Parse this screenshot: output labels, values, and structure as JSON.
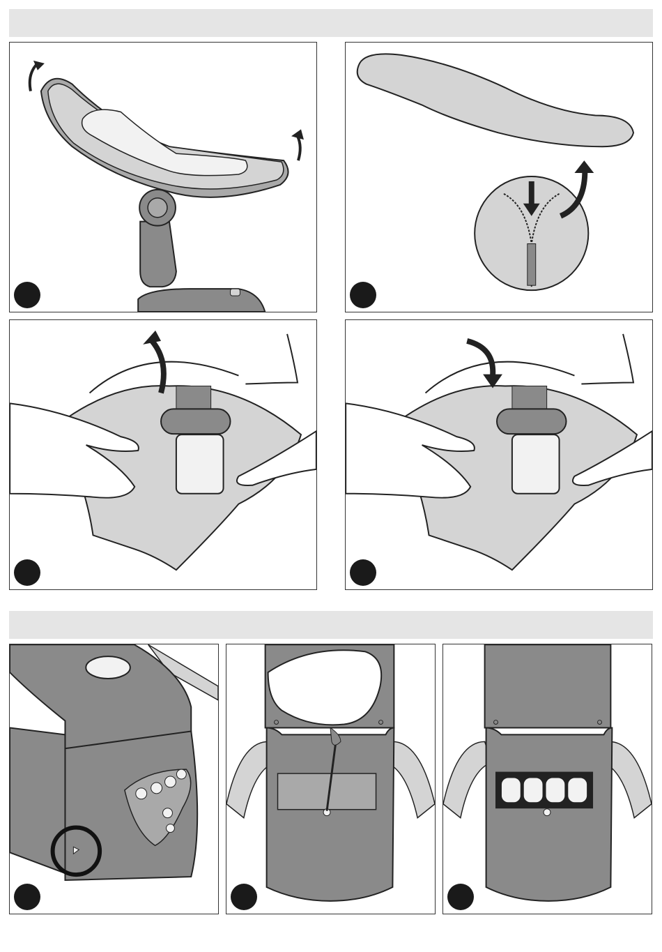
{
  "colors": {
    "header_bar": "#e5e5e5",
    "fabric": "#d4d4d4",
    "body_dark": "#8a8a8a",
    "body_mid": "#a9a9a9",
    "outline": "#222222",
    "badge": "#1a1a1a"
  },
  "sections": [
    {
      "name": "cover-removal",
      "panels": [
        "seat-cover-release",
        "cover-unzip",
        "cover-lift-over-frame",
        "cover-pull-down-frame"
      ]
    },
    {
      "name": "battery-replacement",
      "panels": [
        "base-screw-location",
        "unscrew-battery-cover",
        "battery-compartment"
      ]
    }
  ],
  "icons": [
    "curved-arrow-icon",
    "down-arrow-icon",
    "zipper-icon",
    "screwdriver-icon",
    "battery-icon",
    "highlight-circle-icon"
  ]
}
